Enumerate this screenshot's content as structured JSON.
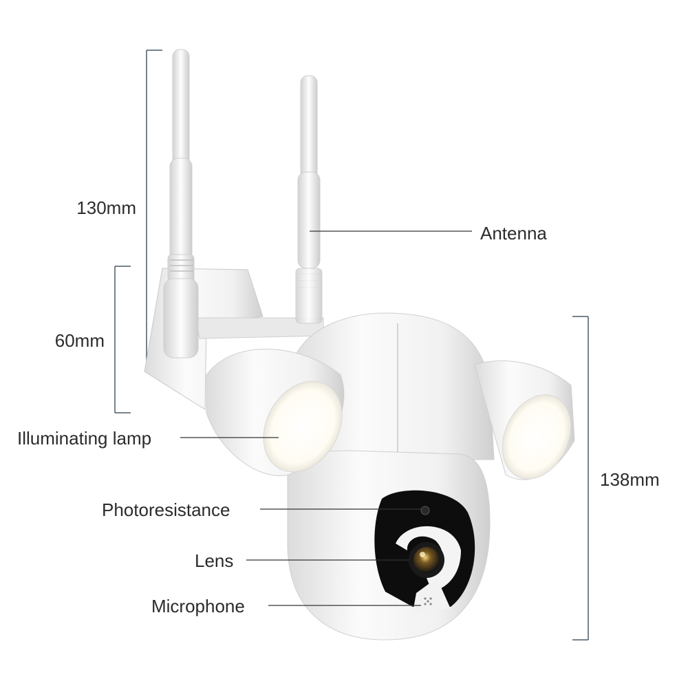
{
  "dimensions": {
    "antenna_height": "130mm",
    "mount_height": "60mm",
    "body_height": "138mm"
  },
  "callouts": {
    "antenna": "Antenna",
    "illuminating_lamp": "Illuminating lamp",
    "photoresistance": "Photoresistance",
    "lens": "Lens",
    "microphone": "Microphone"
  },
  "colors": {
    "dimension_line": "#4a5a66",
    "leader_line": "#333333",
    "body_white": "#f4f4f4",
    "shadow": "#d6d6d6",
    "face_black": "#0d0d0d",
    "lamp_glow": "#fffdf7"
  }
}
